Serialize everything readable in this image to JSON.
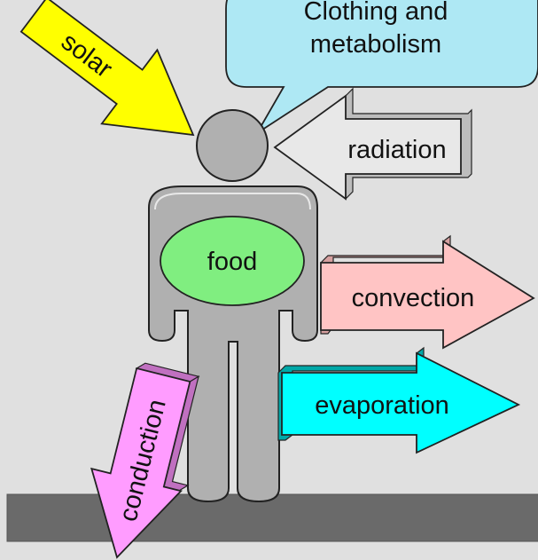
{
  "diagram": {
    "bubble": {
      "line1": "Clothing and",
      "line2": "metabolism",
      "color": "#aee8f4"
    },
    "arrows": {
      "solar": {
        "label": "solar",
        "color": "#ffff00"
      },
      "radiation": {
        "label": "radiation",
        "color": "#e8e8e8"
      },
      "convection": {
        "label": "convection",
        "color": "#ffc4c4"
      },
      "evaporation": {
        "label": "evaporation",
        "color": "#00ffff"
      },
      "conduction": {
        "label": "conduction",
        "color": "#ff9cff"
      }
    },
    "food": {
      "label": "food",
      "color": "#80ee80"
    },
    "person_color": "#b0b0b0",
    "ground_color": "#6a6a6a"
  }
}
